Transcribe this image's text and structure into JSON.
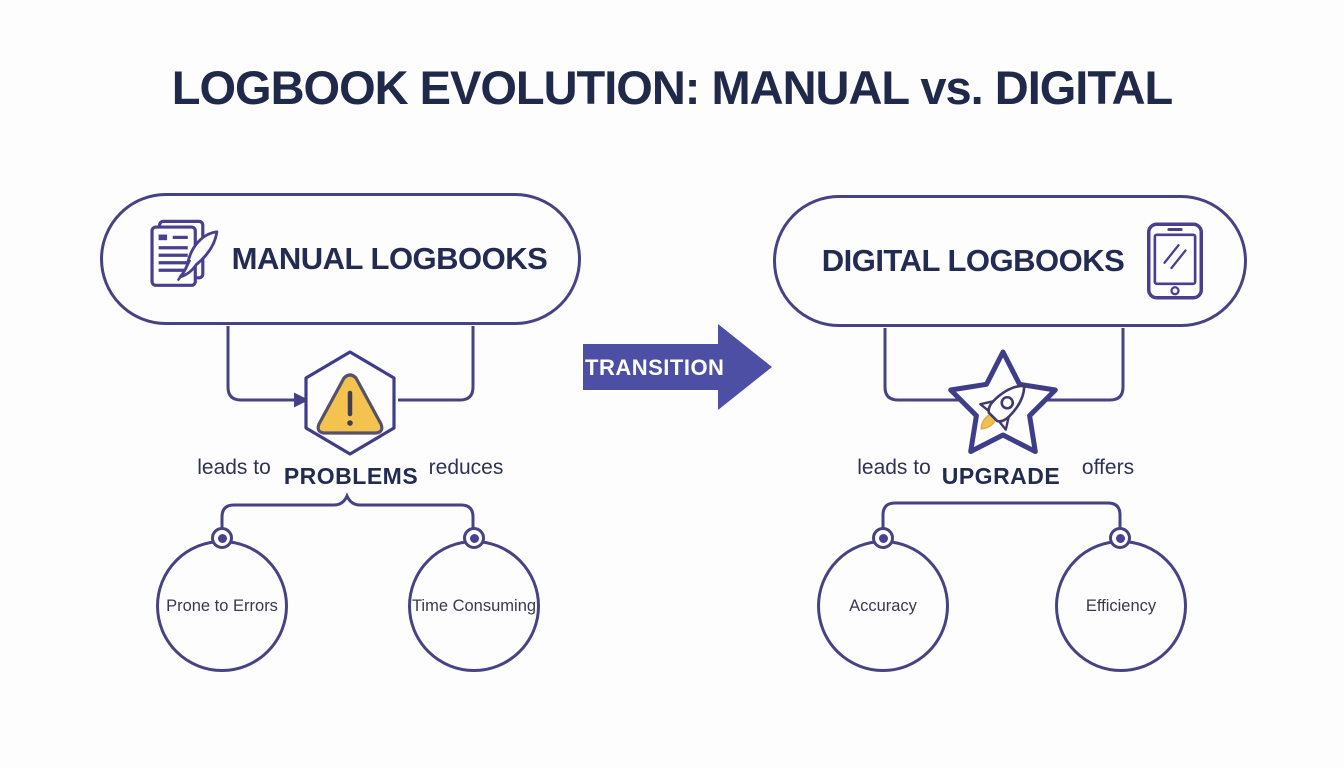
{
  "title": "LOGBOOK EVOLUTION: MANUAL vs. DIGITAL",
  "left_branch": {
    "header": "MANUAL LOGBOOKS",
    "header_icon": "document-quill-icon",
    "edge_in_label": "leads to",
    "node_label": "PROBLEMS",
    "node_icon": "warning-triangle-icon",
    "edge_out_label": "reduces",
    "children": [
      {
        "label": "Prone to Errors"
      },
      {
        "label": "Time Consuming"
      }
    ]
  },
  "transition": {
    "label": "TRANSITION"
  },
  "right_branch": {
    "header": "DIGITAL LOGBOOKS",
    "header_icon": "tablet-icon",
    "edge_in_label": "leads to",
    "node_label": "UPGRADE",
    "node_icon": "rocket-star-icon",
    "edge_out_label": "offers",
    "children": [
      {
        "label": "Accuracy"
      },
      {
        "label": "Efficiency"
      }
    ]
  },
  "colors": {
    "outline": "#474284",
    "title_text": "#20294a",
    "label_text": "#2e3350",
    "arrow_fill": "#4c4fa4",
    "warning_yellow": "#f4c24e",
    "flame_yellow": "#f0c050",
    "node_dot": "#4a4191",
    "background": "#fdfdfe"
  }
}
